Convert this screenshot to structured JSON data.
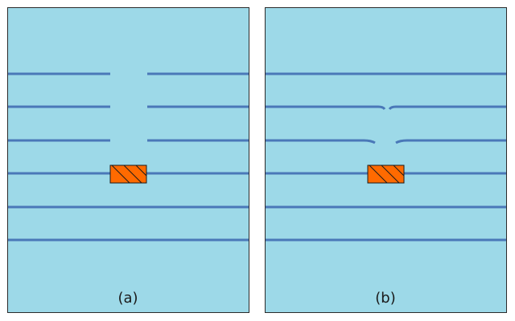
{
  "colors": {
    "background": "#ffffff",
    "panel_fill": "#9dd9e8",
    "panel_border": "#2b2b2b",
    "line": "#4a78b8",
    "block_fill": "#ff6a00",
    "block_hatch": "#1a1a1a"
  },
  "panels": [
    {
      "caption": "(a)",
      "variant": "open-gap"
    },
    {
      "caption": "(b)",
      "variant": "closing-gap"
    }
  ]
}
